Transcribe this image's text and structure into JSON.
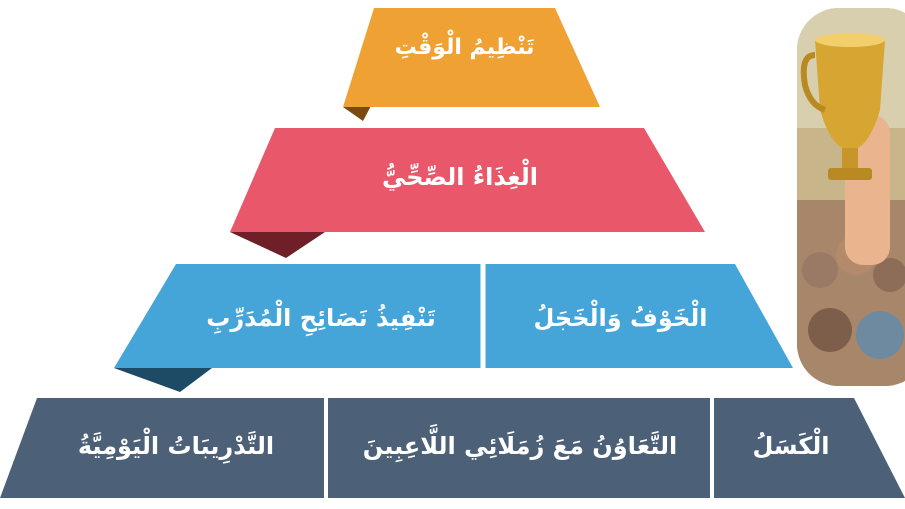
{
  "pyramid": {
    "tier1": {
      "label": "تَنْظِيمُ الْوَقْتِ",
      "color": "#F0A134",
      "fold_color": "#7a4a12"
    },
    "tier2": {
      "label": "الْغِذَاءُ الصِّحِّيُّ",
      "color": "#E8586A",
      "fold_color": "#6e1f28"
    },
    "tier3": {
      "color": "#45A5D9",
      "fold_color": "#1d4a64",
      "cells": [
        "الْخَوْفُ وَالْخَجَلُ",
        "تَنْفِيذُ نَصَائِحِ الْمُدَرِّبِ"
      ]
    },
    "tier4": {
      "color": "#4C6078",
      "cells": [
        "الْكَسَلُ",
        "التَّعَاوُنُ مَعَ زُمَلَائِي اللَّاعِبِينَ",
        "التَّدْرِيبَاتُ الْيَوْمِيَّةُ"
      ]
    }
  },
  "illustration": {
    "subject": "child-holding-gold-trophy",
    "colors": {
      "bg": "#c9b58a",
      "trophy": "#d7a531",
      "skin": "#e9b48e",
      "crowd": "#9a7a64"
    }
  }
}
